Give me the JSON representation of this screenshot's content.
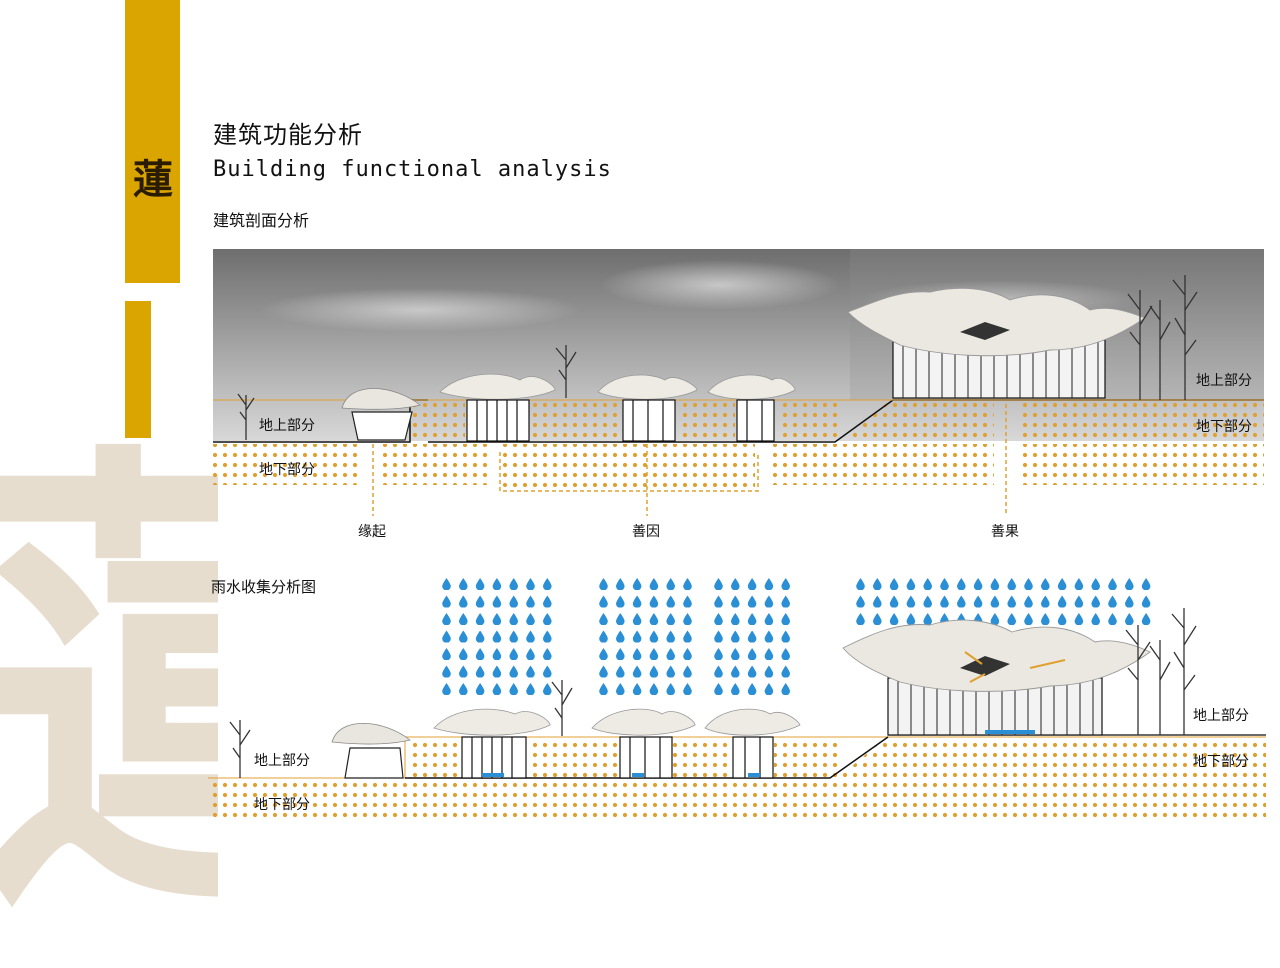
{
  "header": {
    "glyph": "蓮",
    "title_zh": "建筑功能分析",
    "title_en": "Building functional analysis"
  },
  "section1": {
    "title": "建筑剖面分析",
    "labels": {
      "above_left": "地上部分",
      "below_left": "地下部分",
      "above_right": "地上部分",
      "below_right": "地下部分"
    },
    "zones": [
      "缘起",
      "善因",
      "善果"
    ]
  },
  "section2": {
    "title": "雨水收集分析图",
    "labels": {
      "above_left": "地上部分",
      "below_left": "地下部分",
      "above_right": "地上部分",
      "below_right": "地下部分"
    }
  },
  "colors": {
    "gold": "#dba500",
    "dot": "#e0a030",
    "rain": "#2b8fd6",
    "watermark": "#e7ddcf"
  }
}
